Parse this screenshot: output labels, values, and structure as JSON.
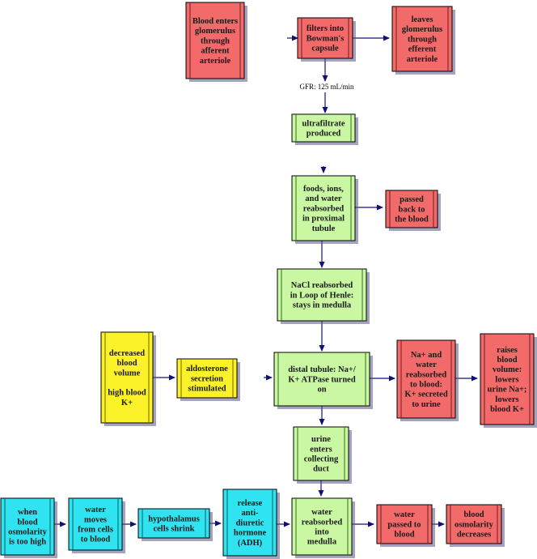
{
  "boxes": [
    {
      "id": "blood-enters",
      "color": "red",
      "lines": [
        "Blood enters",
        "glomerulus",
        "through",
        "afferent",
        "arteriole"
      ]
    },
    {
      "id": "filters-into",
      "color": "red",
      "lines": [
        "filters into",
        "Bowman's",
        "capsule"
      ]
    },
    {
      "id": "leaves-glomerulus",
      "color": "red",
      "lines": [
        "leaves",
        "glomerulus",
        "through",
        "efferent",
        "arteriole"
      ]
    },
    {
      "id": "ultrafiltrate",
      "color": "green",
      "lines": [
        "ultrafiltrate",
        "produced"
      ]
    },
    {
      "id": "proximal",
      "color": "green",
      "lines": [
        "foods, ions,",
        "and water",
        "reabsorbed",
        "in proximal",
        "tubule"
      ]
    },
    {
      "id": "passed-back",
      "color": "red",
      "lines": [
        "passed",
        "back to",
        "the blood"
      ]
    },
    {
      "id": "loop-henle",
      "color": "green",
      "lines": [
        "NaCl reabsorbed",
        "in Loop of Henle:",
        "stays in medulla"
      ]
    },
    {
      "id": "decreased-volume",
      "color": "yellow",
      "lines": [
        "decreased",
        "blood",
        "volume",
        "",
        "high blood",
        "K+"
      ]
    },
    {
      "id": "aldosterone",
      "color": "yellow",
      "lines": [
        "aldosterone",
        "secretion",
        "stimulated"
      ]
    },
    {
      "id": "distal",
      "color": "green",
      "lines": [
        "distal tubule: Na+/",
        "K+ ATPase turned",
        "on"
      ]
    },
    {
      "id": "na-water",
      "color": "red",
      "lines": [
        "Na+ and",
        "water",
        "reabsorbed",
        "to blood:",
        "K+ secreted",
        "to urine"
      ]
    },
    {
      "id": "raises-volume",
      "color": "red",
      "lines": [
        "raises",
        "blood",
        "volume:",
        "lowers",
        "urine Na+;",
        "lowers",
        "blood K+"
      ]
    },
    {
      "id": "collecting-duct",
      "color": "green",
      "lines": [
        "urine",
        "enters",
        "collecting",
        "duct"
      ]
    },
    {
      "id": "osmolarity-high",
      "color": "cyan",
      "lines": [
        "when",
        "blood",
        "osmolarity",
        "is too high"
      ]
    },
    {
      "id": "water-moves",
      "color": "cyan",
      "lines": [
        "water",
        "moves",
        "from cells",
        "to blood"
      ]
    },
    {
      "id": "hypothalamus",
      "color": "cyan",
      "lines": [
        "hypothalamus",
        "cells shrink"
      ]
    },
    {
      "id": "adh",
      "color": "cyan",
      "lines": [
        "release",
        "anti-",
        "diuretic",
        "hormone",
        "(ADH)"
      ]
    },
    {
      "id": "water-medulla",
      "color": "green",
      "lines": [
        "water",
        "reabsorbed",
        "into",
        "medulla"
      ]
    },
    {
      "id": "water-passed",
      "color": "red",
      "lines": [
        "water",
        "passed to",
        "blood"
      ]
    },
    {
      "id": "osmolarity-decreases",
      "color": "red",
      "lines": [
        "blood",
        "osmolarity",
        "decreases"
      ]
    }
  ],
  "gfr_label": "GFR: 125 mL/min",
  "colors": {
    "red": "#f26a6a",
    "green": "#c9f7a2",
    "yellow": "#fbf229",
    "cyan": "#2fe4f0",
    "arrow": "#10107a"
  }
}
